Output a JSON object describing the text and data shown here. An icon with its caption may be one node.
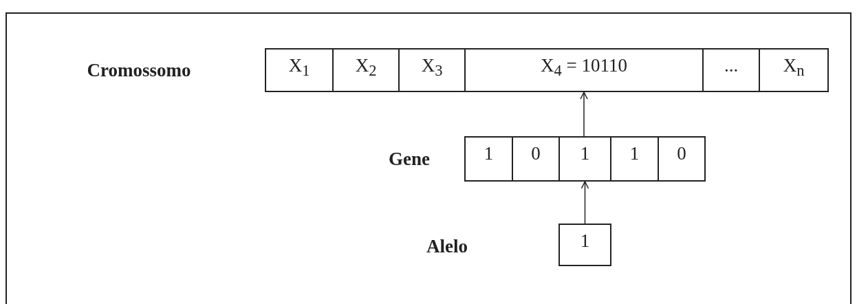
{
  "diagram": {
    "nodes": [
      {
        "text": [
          "X$_{1}$"
        ]
      },
      {
        "text": [
          "X$_{2}$"
        ]
      },
      {
        "text": [
          "X$_{3}$"
        ]
      },
      {
        "text": [
          "X$_{4}$ = 10110"
        ]
      },
      {
        "text": [
          "..."
        ]
      },
      {
        "text": [
          "X$_{n}$"
        ]
      },
      {
        "text": [
          "1"
        ]
      },
      {
        "text": [
          "0"
        ]
      },
      {
        "text": [
          "1"
        ]
      },
      {
        "text": [
          "1"
        ]
      },
      {
        "text": [
          "0"
        ]
      },
      {
        "text": [
          "1"
        ]
      }
    ],
    "edges": [
      {
        "from": 8,
        "to": 3,
        "arrow": "to"
      },
      {
        "from": 11,
        "to": 8,
        "arrow": "to"
      }
    ],
    "labels": [
      "Cromossomo",
      "Gene",
      "Alelo"
    ]
  }
}
